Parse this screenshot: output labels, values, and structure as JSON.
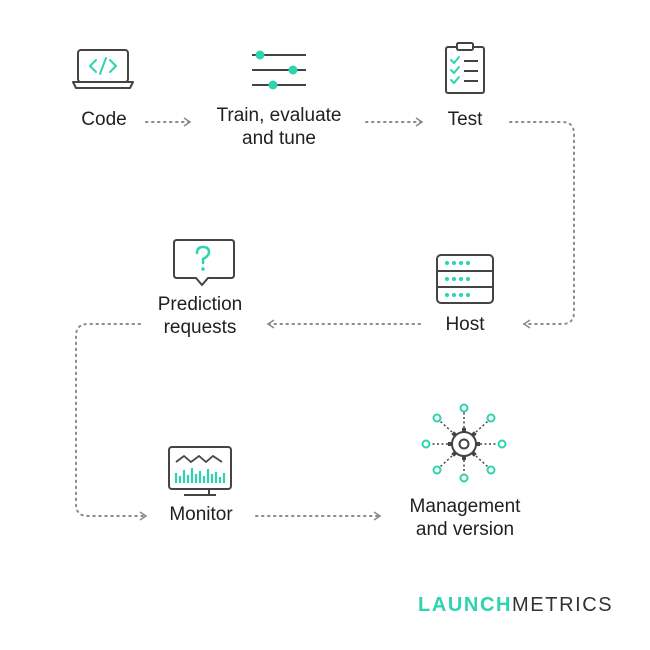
{
  "colors": {
    "accent": "#2ed3b0",
    "stroke": "#444444",
    "text": "#1f1f1f",
    "arrow": "#8a8a8a"
  },
  "steps": {
    "code": {
      "label": "Code",
      "icon": "laptop-code-icon"
    },
    "train": {
      "label": "Train, evaluate\nand tune",
      "icon": "sliders-icon"
    },
    "test": {
      "label": "Test",
      "icon": "clipboard-checklist-icon"
    },
    "host": {
      "label": "Host",
      "icon": "server-icon"
    },
    "prediction": {
      "label": "Prediction\nrequests",
      "icon": "question-bubble-icon"
    },
    "monitor": {
      "label": "Monitor",
      "icon": "monitor-chart-icon"
    },
    "management": {
      "label": "Management\nand version",
      "icon": "gear-network-icon"
    }
  },
  "brand": {
    "part1": "LAUNCH",
    "part2": "METRICS"
  }
}
